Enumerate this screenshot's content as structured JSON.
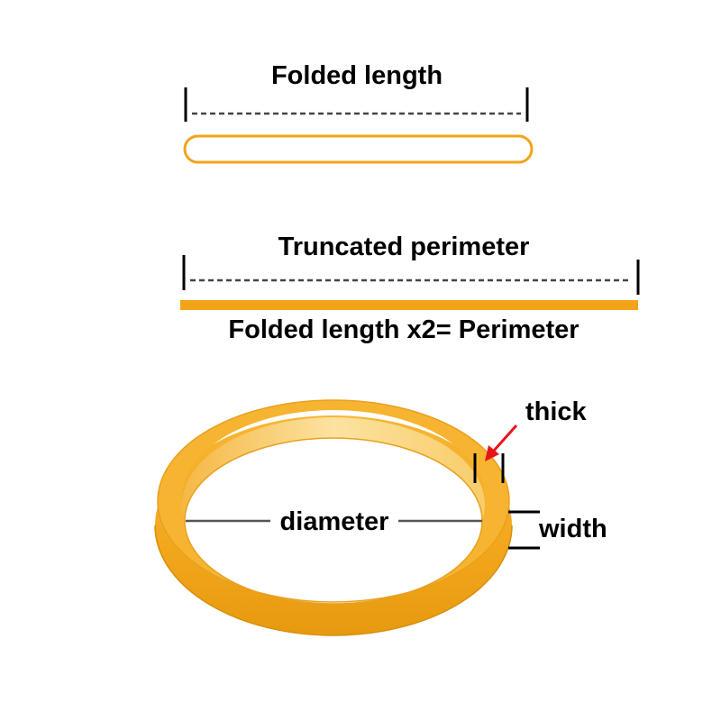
{
  "labels": {
    "folded_length": "Folded length",
    "truncated_perimeter": "Truncated perimeter",
    "perimeter_formula": "Folded length x2= Perimeter",
    "thick": "thick",
    "diameter": "diameter",
    "width": "width"
  },
  "colors": {
    "band": "#f2a418",
    "band_dark": "#e89a10",
    "band_light": "#fbd57a",
    "arrow": "#e8141b",
    "line": "#000000"
  }
}
